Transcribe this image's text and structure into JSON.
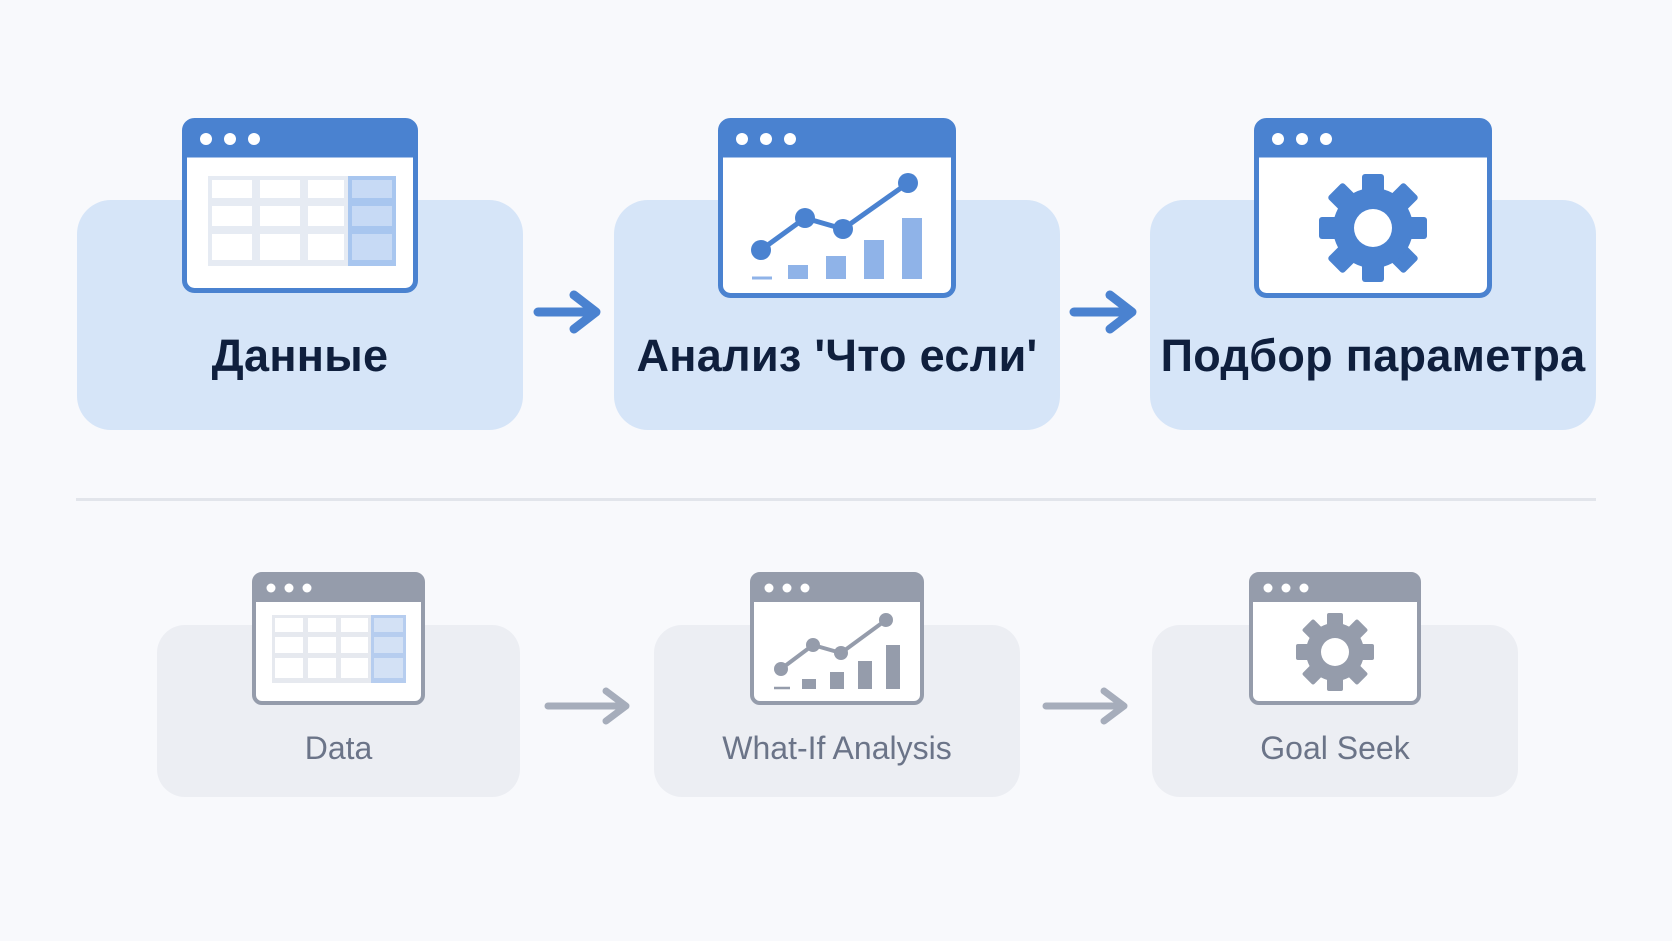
{
  "colors": {
    "background": "#f8f9fc",
    "accent": "#4a82d0",
    "card_top": "#d6e5f8",
    "card_bottom": "#eceef3",
    "muted": "#959cab",
    "divider": "#e2e5eb"
  },
  "flows": [
    {
      "name": "ru",
      "steps": [
        {
          "label": "Данные",
          "icon": "spreadsheet-window-icon"
        },
        {
          "label": "Анализ 'Что если'",
          "icon": "line-bar-chart-window-icon"
        },
        {
          "label": "Подбор параметра",
          "icon": "gear-window-icon"
        }
      ],
      "connectors": [
        "arrow-right-icon",
        "arrow-right-icon"
      ]
    },
    {
      "name": "en",
      "steps": [
        {
          "label": "Data",
          "icon": "spreadsheet-window-icon"
        },
        {
          "label": "What-If Analysis",
          "icon": "line-bar-chart-window-icon"
        },
        {
          "label": "Goal Seek",
          "icon": "gear-window-icon"
        }
      ],
      "connectors": [
        "arrow-right-icon",
        "arrow-right-icon"
      ]
    }
  ]
}
